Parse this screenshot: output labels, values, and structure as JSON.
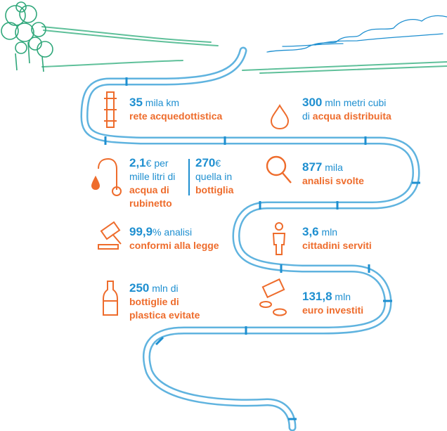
{
  "colors": {
    "accent": "#ee6c2c",
    "blue": "#1e8fd0",
    "pipe": "#5fb3df",
    "grass": "#5fc09a"
  },
  "icons": [
    "pipe-icon",
    "drop-icon",
    "tap-icon",
    "magnifier-icon",
    "gavel-icon",
    "person-icon",
    "bottle-icon",
    "money-icon"
  ],
  "stats": {
    "network": {
      "num": "35",
      "unit": " mila km",
      "label": "rete acquedottistica"
    },
    "water": {
      "num": "300",
      "unit": " mln metri cubi",
      "pre": "di ",
      "label": "acqua distribuita"
    },
    "tap": {
      "num": "2,1",
      "unit": "€ per",
      "line2": "mille litri di",
      "line3": "acqua di",
      "line4": "rubinetto"
    },
    "bottle_price": {
      "num": "270",
      "unit": "€",
      "line2": "quella in",
      "line3": "bottiglia"
    },
    "analyses": {
      "num": "877",
      "unit": " mila",
      "label": "analisi svolte"
    },
    "compliance": {
      "num": "99,9",
      "unit": "% analisi",
      "label": "conformi alla legge"
    },
    "citizens": {
      "num": "3,6",
      "unit": " mln",
      "label": "cittadini serviti"
    },
    "plastic": {
      "num": "250",
      "unit": " mln di",
      "line2": "bottiglie di",
      "line3": "plastica evitate"
    },
    "investment": {
      "num": "131,8",
      "unit": " mln",
      "label": "euro investiti"
    }
  }
}
